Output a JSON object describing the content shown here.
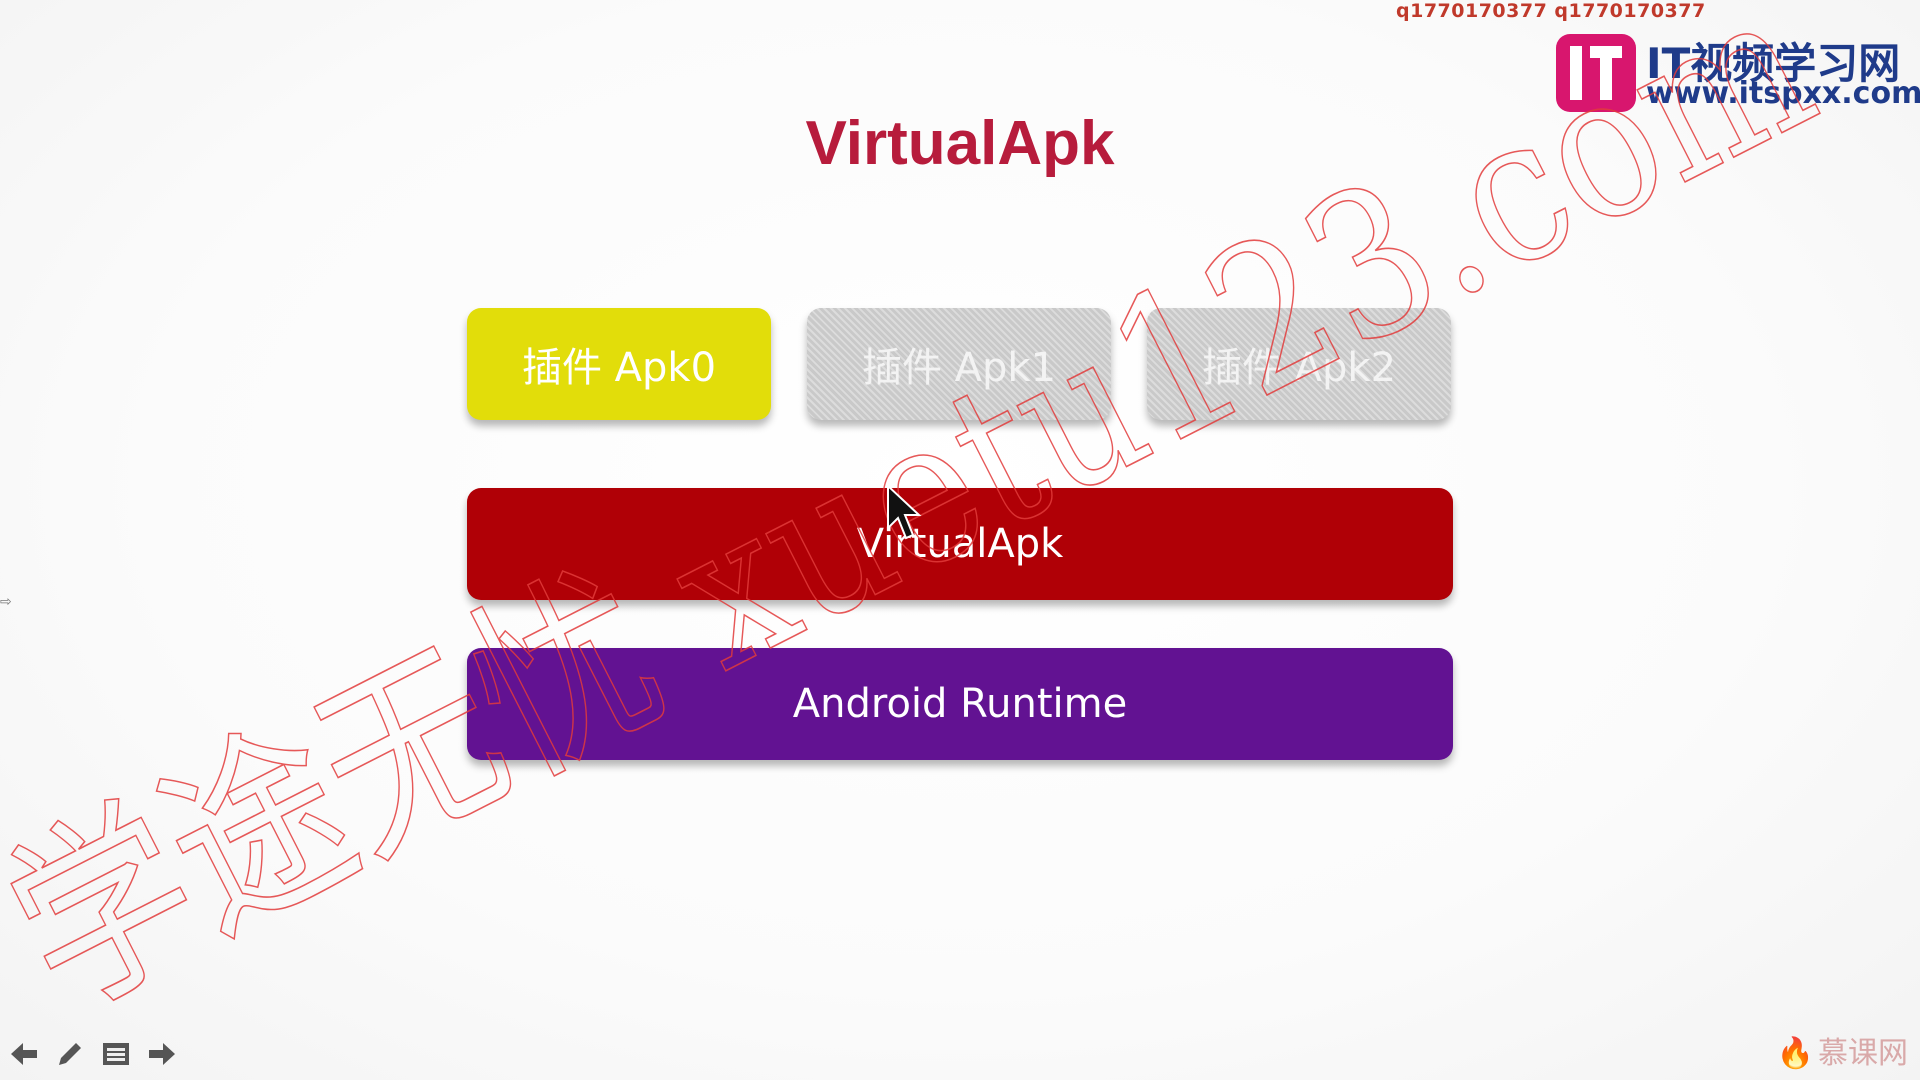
{
  "header": {
    "credit_text": "q1770170377 q1770170377",
    "logo_cn": "IT视频学习网",
    "logo_url": "www.itspxx.com"
  },
  "slide": {
    "title": "VirtualApk",
    "plugins": [
      {
        "label": "插件 Apk0",
        "color": "#e2dd0a"
      },
      {
        "label": "插件 Apk1",
        "color": "#c9c9c9"
      },
      {
        "label": "插件 Apk2",
        "color": "#c9c9c9"
      }
    ],
    "virtualapk_layer": {
      "label": "VirtualApk",
      "color": "#b00006"
    },
    "runtime_layer": {
      "label": "Android Runtime",
      "color": "#621292"
    }
  },
  "watermark": {
    "text": "学途无忧 xuetu123.com",
    "color": "#e23b3b"
  },
  "toolbar": {
    "icons": [
      "arrow-left-icon",
      "pen-icon",
      "menu-icon",
      "arrow-right-icon"
    ]
  },
  "footer": {
    "brand": "慕课网"
  }
}
